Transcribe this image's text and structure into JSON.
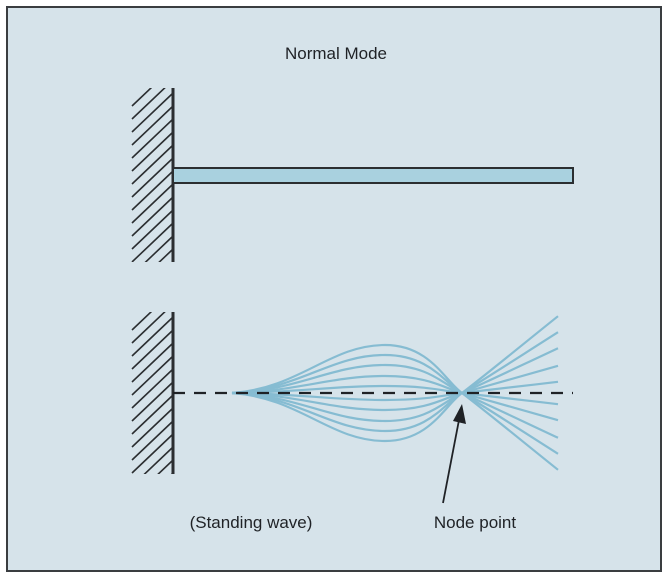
{
  "figure": {
    "title": "Normal Mode",
    "standing_wave_label": "(Standing wave)",
    "node_point_label": "Node point"
  },
  "colors": {
    "background": "#d6e3ea",
    "frame": "#3a3d40",
    "beam_fill": "#a9d1df",
    "mode_lines": "#86bcd2",
    "ink": "#1f2226"
  }
}
